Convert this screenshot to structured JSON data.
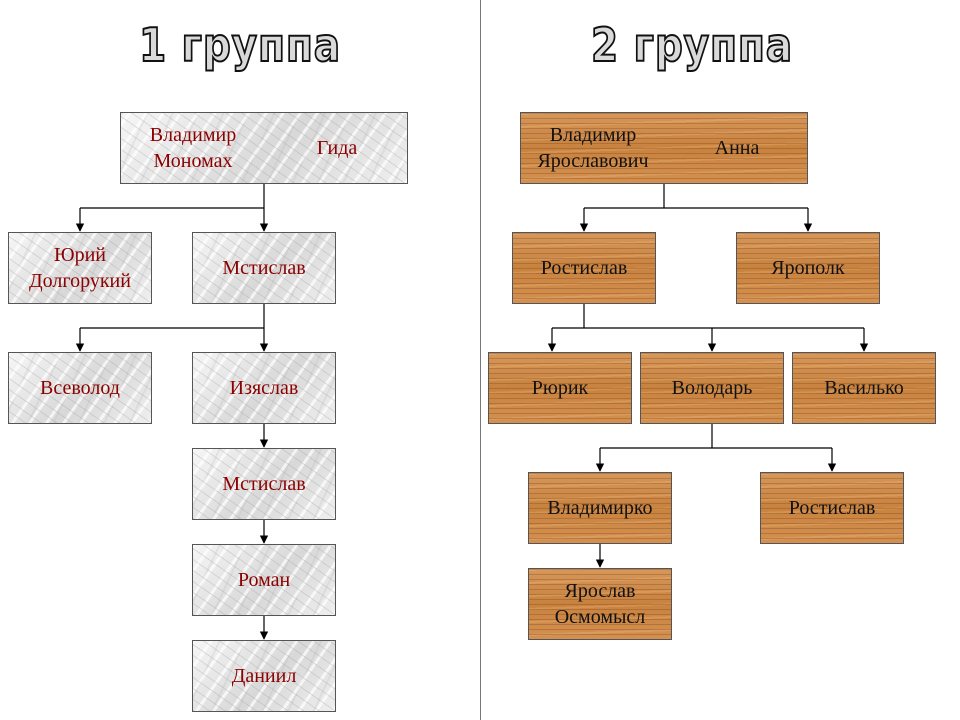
{
  "titles": {
    "group1": "1 группа",
    "group2": "2 группа"
  },
  "group1": {
    "vladimir_monomakh": "Владимир\nМономах",
    "gida": "Гида",
    "yuri_dolgoruky": "Юрий\nДолгорукий",
    "mstislav": "Мстислав",
    "vsevolod": "Всеволод",
    "izyaslav": "Изяслав",
    "mstislav_2": "Мстислав",
    "roman": "Роман",
    "daniil": "Даниил"
  },
  "group2": {
    "vladimir_yaroslavich": "Владимир\nЯрославович",
    "anna": "Анна",
    "rostislav": "Ростислав",
    "yaropolk": "Ярополк",
    "ryurik": "Рюрик",
    "volodar": "Володарь",
    "vasilko": "Василько",
    "vladimirko": "Владимирко",
    "rostislav_2": "Ростислав",
    "yaroslav_osmomysl": "Ярослав\nОсмомысл"
  },
  "colors": {
    "group1_text": "#8b0000",
    "group2_text": "#111111",
    "marble_fill": "#eeeeee",
    "wood_fill": "#cf8d4f"
  }
}
